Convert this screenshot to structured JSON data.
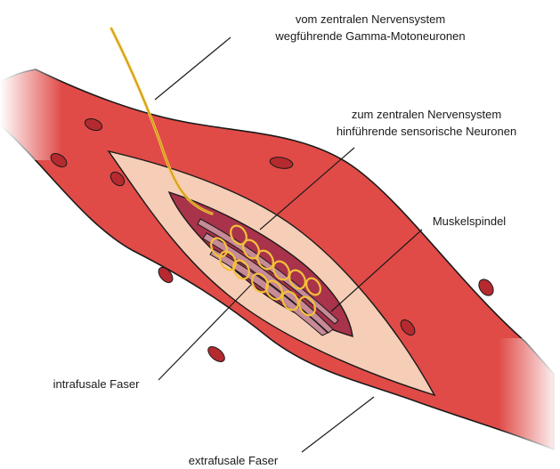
{
  "labels": {
    "gamma_line1": "vom zentralen Nervensystem",
    "gamma_line2": "wegführende Gamma-Motoneuronen",
    "sensory_line1": "zum zentralen Nervensystem",
    "sensory_line2": "hinführende sensorische Neuronen",
    "spindle": "Muskelspindel",
    "intrafusal": "intrafusale Faser",
    "extrafusal": "extrafusale Faser"
  },
  "colors": {
    "muscle": "#e04b47",
    "muscle_stroke": "#1a1a1a",
    "nucleus": "#b52a2f",
    "sheath": "#f6cdb6",
    "spindle_fill": "#a8334a",
    "intrafusal_fiber": "#c78a97",
    "nerve": "#f3c13a",
    "nerve_stroke": "#8a5a00",
    "line": "#1a1a1a"
  }
}
